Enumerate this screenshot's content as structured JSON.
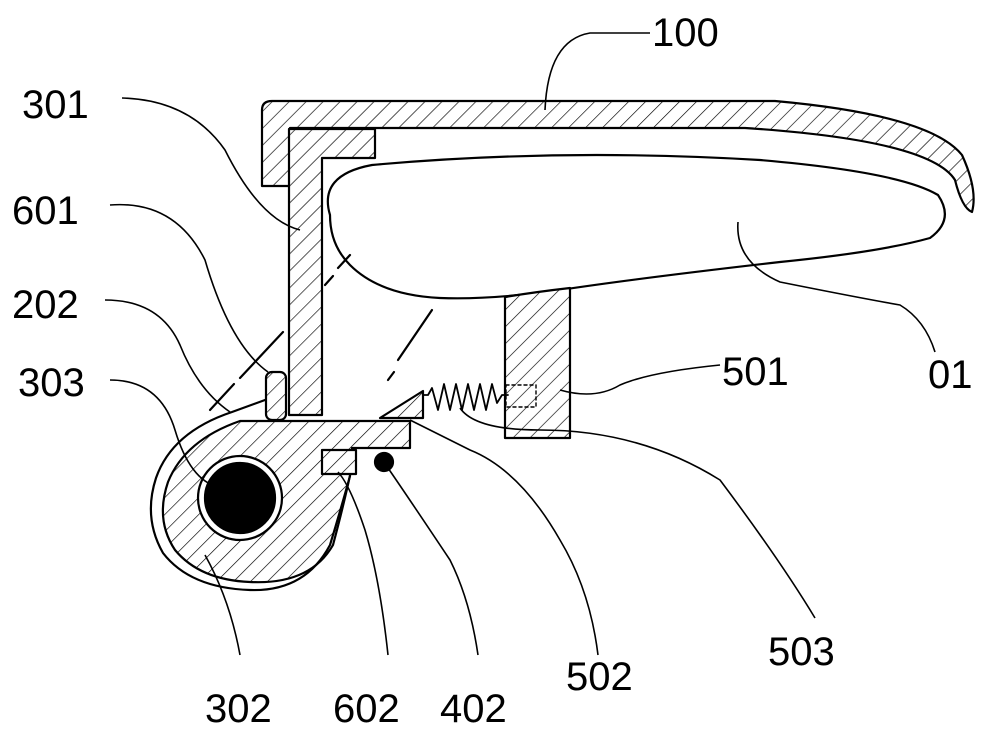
{
  "labels": {
    "l100": "100",
    "l301": "301",
    "l601": "601",
    "l202": "202",
    "l303": "303",
    "l501": "501",
    "l01": "01",
    "l302": "302",
    "l602": "602",
    "l402": "402",
    "l502": "502",
    "l503": "503"
  }
}
